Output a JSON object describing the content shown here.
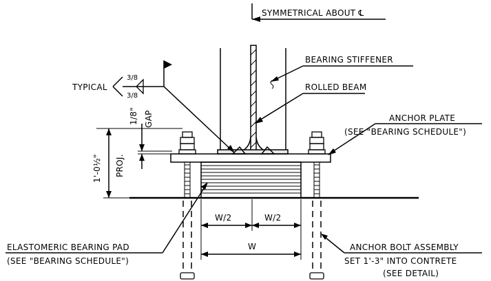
{
  "labels": {
    "symmetry": "SYMMETRICAL ABOUT ℄",
    "bearing_stiffener": "BEARING STIFFENER",
    "rolled_beam": "ROLLED BEAM",
    "typical": "TYPICAL",
    "weld_top": "3/8",
    "weld_bottom": "3/8",
    "anchor_plate_1": "ANCHOR PLATE",
    "anchor_plate_2": "(SEE \"BEARING SCHEDULE\")",
    "gap_value": "1/8\"",
    "gap_word": "GAP",
    "proj_value": "1'-0½\"",
    "proj_word": "PROJ.",
    "half_left": "W/2",
    "half_right": "W/2",
    "width": "W",
    "pad_1": "ELASTOMERIC BEARING PAD",
    "pad_2": "(SEE \"BEARING SCHEDULE\")",
    "bolt_1": "ANCHOR BOLT ASSEMBLY",
    "bolt_2": "SET 1'-3\" INTO CONTRETE",
    "bolt_3": "(SEE DETAIL)"
  }
}
